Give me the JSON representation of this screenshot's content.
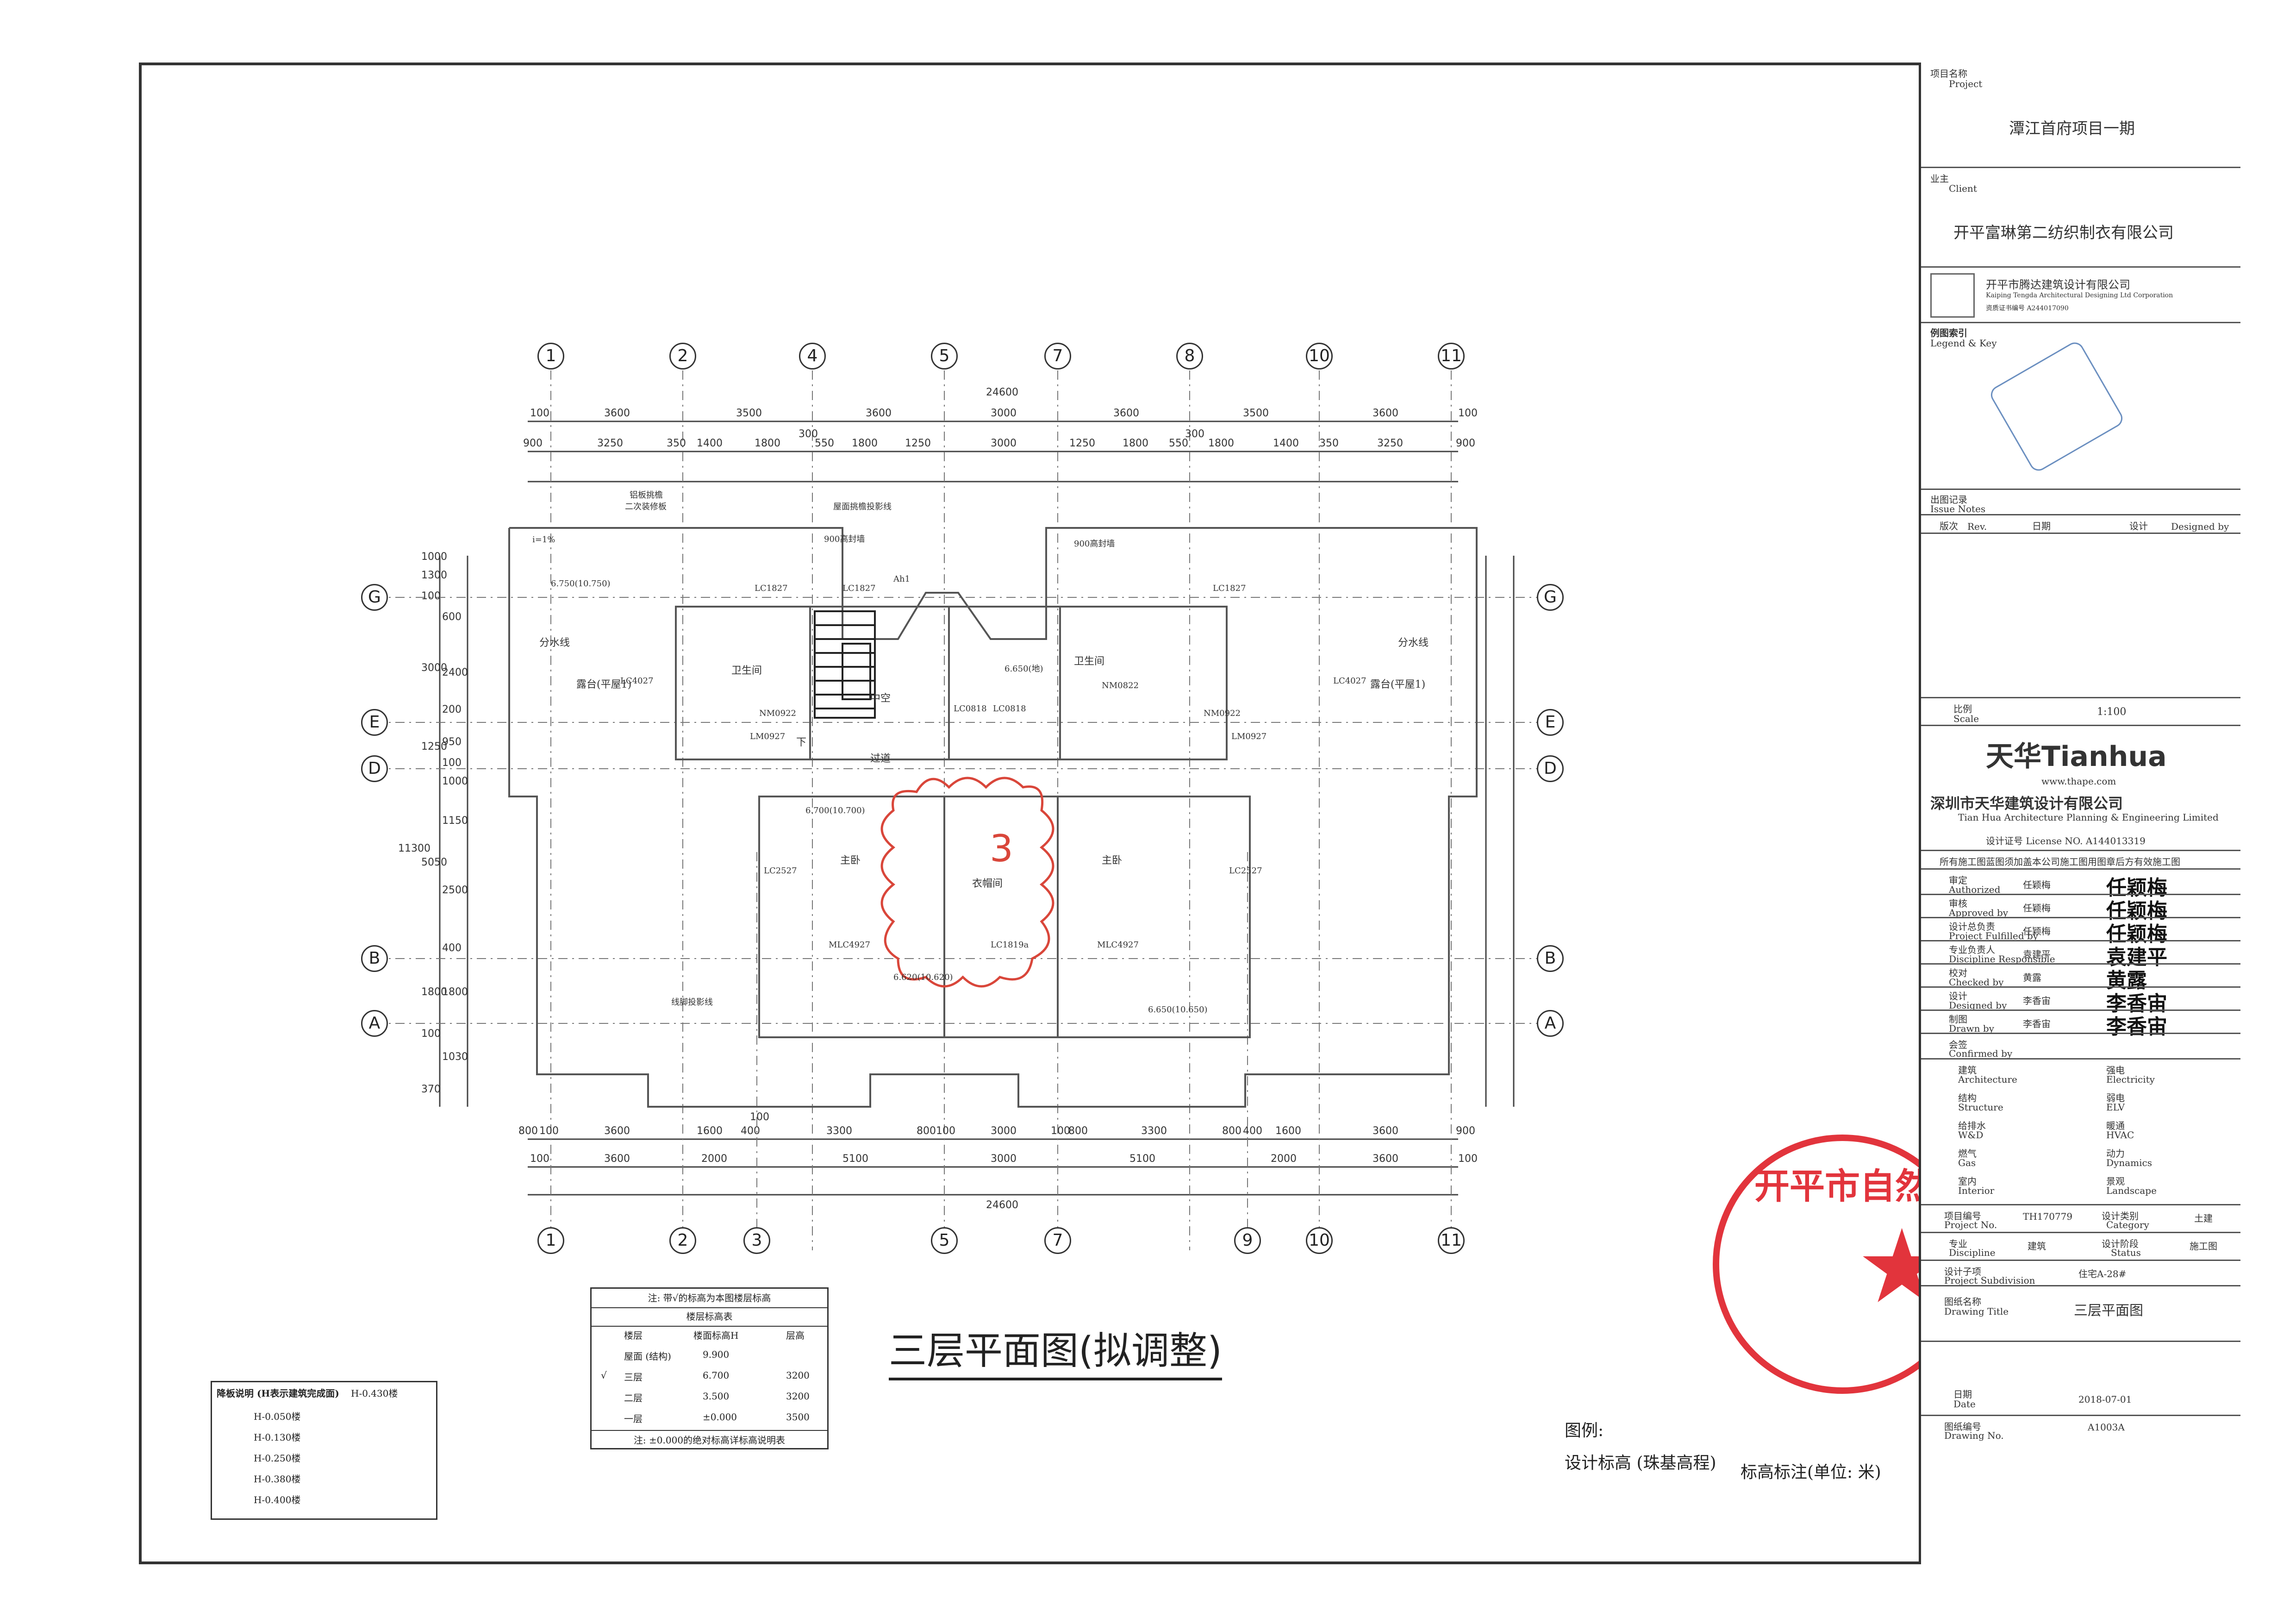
{
  "title_block": {
    "project_label": "项目名称",
    "project_label_en": "Project",
    "project_name": "潭江首府项目一期",
    "client_label": "业主",
    "client_label_en": "Client",
    "client_name": "开平富琳第二纺织制衣有限公司",
    "local_firm": "开平市腾达建筑设计有限公司",
    "local_firm_en": "Kaiping Tengda Architectural Designing Ltd Corporation",
    "local_firm_cert": "资质证书编号  A244017090",
    "legend_label": "例图索引",
    "legend_label_en": "Legend & Key",
    "issue_label": "出图记录",
    "issue_label_en": "Issue Notes",
    "issue_cols": [
      "版次",
      "日期",
      "设计"
    ],
    "issue_cols_en": [
      "Rev.",
      "",
      "Designed by"
    ],
    "scale_label": "比例",
    "scale_label_en": "Scale",
    "scale_value": "1:100",
    "firm_logo": "天华Tianhua",
    "firm_url": "www.thape.com",
    "firm_name": "深圳市天华建筑设计有限公司",
    "firm_name_en": "Tian Hua Architecture Planning & Engineering Limited",
    "firm_cert": "设计证号  License NO.   A144013319",
    "notice": "所有施工图蓝图须加盖本公司施工图用图章后方有效施工图",
    "signatures": [
      {
        "role": "审定",
        "role_en": "Authorized",
        "name": "任颖梅",
        "sign": "任颖梅"
      },
      {
        "role": "审核",
        "role_en": "Approved by",
        "name": "任颖梅",
        "sign": "任颖梅"
      },
      {
        "role": "设计总负责",
        "role_en": "Project Fulfilled by",
        "name": "任颖梅",
        "sign": "任颖梅"
      },
      {
        "role": "专业负责人",
        "role_en": "Discipline Responsible",
        "name": "袁建平",
        "sign": "袁建平"
      },
      {
        "role": "校对",
        "role_en": "Checked by",
        "name": "黄露",
        "sign": "黄露"
      },
      {
        "role": "设计",
        "role_en": "Designed by",
        "name": "李香宙",
        "sign": "李香宙"
      },
      {
        "role": "制图",
        "role_en": "Drawn by",
        "name": "李香宙",
        "sign": "李香宙"
      }
    ],
    "countersign_label": "会签",
    "countersign_label_en": "Confirmed by",
    "disciplines_left": [
      {
        "cn": "建筑",
        "en": "Architecture"
      },
      {
        "cn": "结构",
        "en": "Structure"
      },
      {
        "cn": "给排水",
        "en": "W&D"
      },
      {
        "cn": "燃气",
        "en": "Gas"
      },
      {
        "cn": "室内",
        "en": "Interior"
      }
    ],
    "disciplines_right": [
      {
        "cn": "强电",
        "en": "Electricity"
      },
      {
        "cn": "弱电",
        "en": "ELV"
      },
      {
        "cn": "暖通",
        "en": "HVAC"
      },
      {
        "cn": "动力",
        "en": "Dynamics"
      },
      {
        "cn": "景观",
        "en": "Landscape"
      }
    ],
    "project_no_label": "项目编号",
    "project_no_label_en": "Project No.",
    "project_no": "TH170779",
    "design_class_label": "设计类别",
    "design_class_label_en": "Category",
    "design_class": "土建",
    "discipline_label": "专业",
    "discipline_label_en": "Discipline",
    "discipline": "建筑",
    "status_label": "设计阶段",
    "status_label_en": "Status",
    "status": "施工图",
    "subproject_label": "设计子项",
    "subproject_label_en": "Project Subdivision",
    "subproject": "住宅A-28#",
    "drawing_title_label": "图纸名称",
    "drawing_title_label_en": "Drawing Title",
    "drawing_title": "三层平面图",
    "date_label": "日期",
    "date_label_en": "Date",
    "date": "2018-07-01",
    "drawing_no_label": "图纸编号",
    "drawing_no_label_en": "Drawing No.",
    "drawing_no": "A1003A"
  },
  "plan": {
    "title": "三层平面图(拟调整)",
    "top_axes": [
      "1",
      "2",
      "4",
      "5",
      "7",
      "8",
      "10",
      "11"
    ],
    "bottom_axes": [
      "1",
      "2",
      "3",
      "5",
      "7",
      "9",
      "10",
      "11"
    ],
    "left_axes": [
      "G",
      "E",
      "D",
      "B",
      "A"
    ],
    "total_width": "24600",
    "top_dims_1": [
      "100",
      "3600",
      "3500",
      "3600",
      "3000",
      "3600",
      "3500",
      "3600",
      "100"
    ],
    "top_dims_2": [
      "900",
      "3250",
      "350",
      "1400",
      "1800",
      "300",
      "550",
      "1800",
      "1250",
      "3000",
      "1250",
      "1800",
      "550",
      "300",
      "1800",
      "1400",
      "350",
      "3250",
      "900"
    ],
    "bottom_dims_1": [
      "100",
      "3600",
      "2000",
      "5100",
      "3000",
      "5100",
      "2000",
      "3600",
      "100"
    ],
    "bottom_dims_2": [
      "800",
      "100",
      "3600",
      "1600",
      "400",
      "100",
      "3300",
      "800",
      "100",
      "3000",
      "100",
      "800",
      "3300",
      "800",
      "400",
      "1600",
      "3600",
      "900"
    ],
    "left_dims": [
      "1000",
      "100",
      "1300",
      "600",
      "3000",
      "2400",
      "200",
      "1250",
      "950",
      "100",
      "1000",
      "1150",
      "11300",
      "5050",
      "2500",
      "400",
      "1800",
      "1800",
      "100",
      "1030",
      "370"
    ],
    "rooms": [
      "卫生间",
      "卫生间",
      "露台(平屋1)",
      "露台(平屋1)",
      "主卧",
      "主卧",
      "衣帽间",
      "中空",
      "过道",
      "分水线",
      "分水线"
    ],
    "annotations": [
      "铝板挑檐",
      "二次装修板",
      "屋面挑檐投影线",
      "900高封墙",
      "900高封墙",
      "LC1827",
      "LC1827",
      "LC1827",
      "NM0922",
      "NM0922",
      "NM0822",
      "LC0818",
      "LC0818",
      "LM0927",
      "LM0927",
      "MLC4927",
      "MLC4927",
      "LC1819a",
      "LC4027",
      "LC4027",
      "LC2527",
      "LC2527",
      "6.750(10.750)",
      "6.700(10.700)",
      "6.650(地)",
      "6.620(10.620)",
      "6.650(10.650)",
      "i=1%",
      "下",
      "Ah1",
      "线脚投影线"
    ],
    "revision_mark": "3"
  },
  "level_table": {
    "note": "注: 带√的标高为本图楼层标高",
    "sub_title": "楼层标高表",
    "headers": [
      "楼层",
      "楼面标高H",
      "层高"
    ],
    "rows": [
      {
        "check": "",
        "floor": "屋面 (结构)",
        "height": "9.900",
        "story": ""
      },
      {
        "check": "√",
        "floor": "三层",
        "height": "6.700",
        "story": "3200"
      },
      {
        "check": "",
        "floor": "二层",
        "height": "3.500",
        "story": "3200"
      },
      {
        "check": "",
        "floor": "一层",
        "height": "±0.000",
        "story": "3500"
      }
    ],
    "footer": "注: ±0.000的绝对标高详标高说明表"
  },
  "slab_legend": {
    "title": "降板说明 (H表示建筑完成面)",
    "items": [
      "H-0.050楼",
      "H-0.130楼",
      "H-0.250楼",
      "H-0.380楼",
      "H-0.400楼",
      "H-0.430楼"
    ]
  },
  "legend_notes": {
    "label": "图例:",
    "design_elev": "设计标高 (珠基高程)",
    "unit": "标高标注(单位: 米)"
  },
  "stamp": {
    "text": "开平市自然资源局"
  },
  "colors": {
    "line": "#333333",
    "stamp": "#e2343c",
    "revision_cloud": "#d9463a"
  }
}
